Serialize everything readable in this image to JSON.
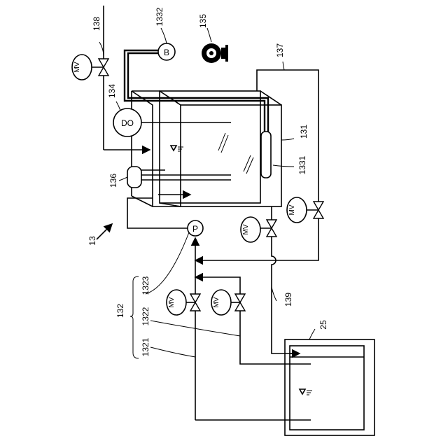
{
  "labels": {
    "l138": "138",
    "l1332": "1332",
    "l135": "135",
    "l137": "137",
    "l134": "134",
    "l131": "131",
    "l1331": "1331",
    "l136": "136",
    "l13": "13",
    "l132": "132",
    "l1323": "1323",
    "l1322": "1322",
    "l1321": "1321",
    "l139": "139",
    "l25": "25"
  },
  "component_text": {
    "mv": "MV",
    "do": "DO",
    "blower": "B",
    "pump": "P"
  }
}
